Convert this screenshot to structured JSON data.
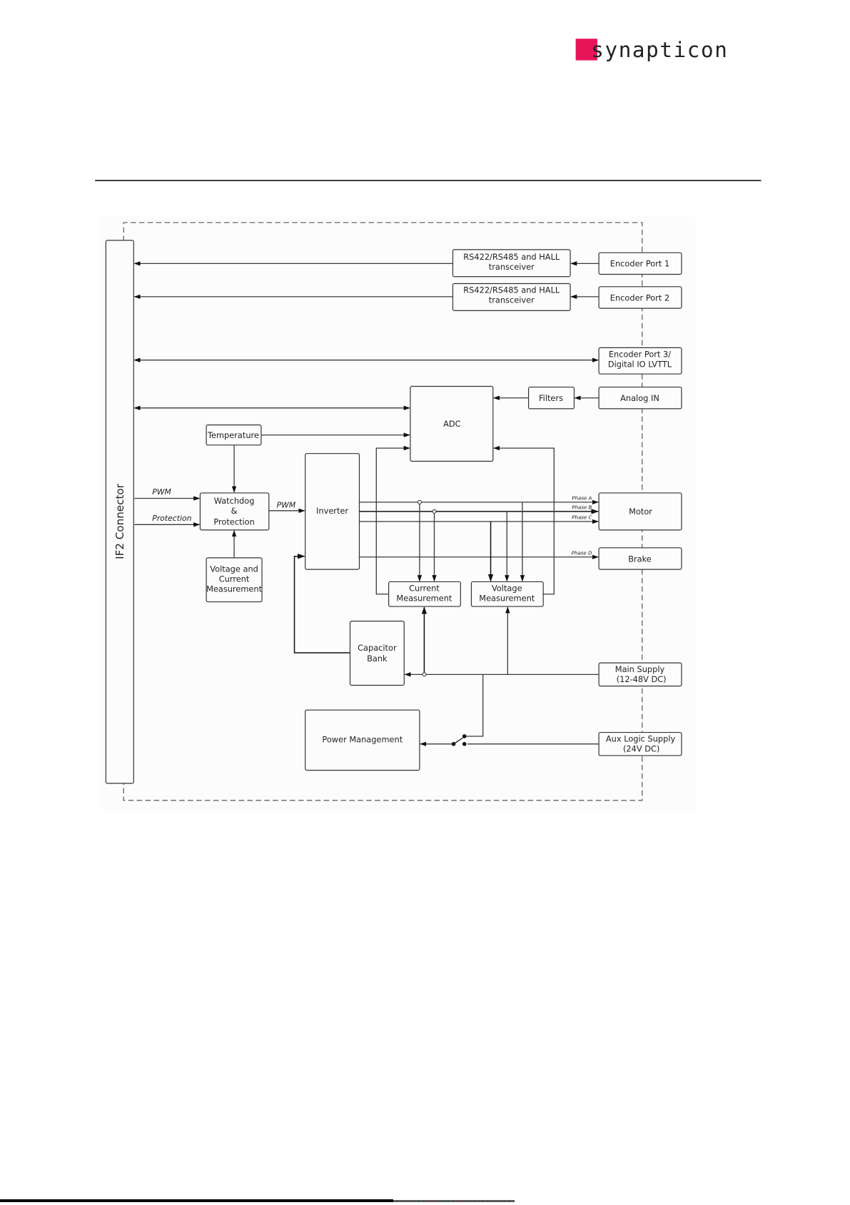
{
  "header": {
    "logo": {
      "text": "synapticon",
      "brand_color": "#e8145a",
      "text_color": "#1a1a1a"
    }
  },
  "diagram": {
    "connector": {
      "label": "IF2 Connector"
    },
    "blocks": {
      "rs422_1": {
        "line1": "RS422/RS485 and HALL",
        "line2": "transceiver"
      },
      "rs422_2": {
        "line1": "RS422/RS485 and HALL",
        "line2": "transceiver"
      },
      "encoder_port_1": {
        "label": "Encoder Port 1"
      },
      "encoder_port_2": {
        "label": "Encoder Port 2"
      },
      "encoder_port_3": {
        "line1": "Encoder Port 3/",
        "line2": "Digital IO LVTTL"
      },
      "filters": {
        "label": "Filters"
      },
      "analog_in": {
        "label": "Analog IN"
      },
      "adc": {
        "label": "ADC"
      },
      "temperature": {
        "label": "Temperature"
      },
      "watchdog": {
        "line1": "Watchdog",
        "line2": "&",
        "line3": "Protection"
      },
      "inverter": {
        "label": "Inverter"
      },
      "vc_measurement": {
        "line1": "Voltage and",
        "line2": "Current",
        "line3": "Measurement"
      },
      "motor": {
        "label": "Motor"
      },
      "brake": {
        "label": "Brake"
      },
      "current_measurement": {
        "line1": "Current",
        "line2": "Measurement"
      },
      "voltage_measurement": {
        "line1": "Voltage",
        "line2": "Measurement"
      },
      "capacitor_bank": {
        "line1": "Capacitor",
        "line2": "Bank"
      },
      "main_supply": {
        "line1": "Main Supply",
        "line2": "(12-48V DC)"
      },
      "power_management": {
        "label": "Power Management"
      },
      "aux_supply": {
        "line1": "Aux Logic Supply",
        "line2": "(24V DC)"
      }
    },
    "signals": {
      "pwm_in": "PWM",
      "protection_in": "Protection",
      "pwm_out": "PWM",
      "phase_a": "Phase A",
      "phase_b": "Phase B",
      "phase_c": "Phase C",
      "phase_d": "Phase D"
    }
  }
}
